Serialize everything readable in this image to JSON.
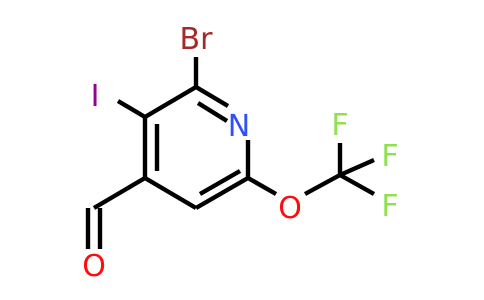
{
  "diagram": {
    "kind": "chemical-structure",
    "atoms": [
      {
        "id": "br",
        "label": "Br",
        "color": "#A62929"
      },
      {
        "id": "i",
        "label": "I",
        "color": "#940094"
      },
      {
        "id": "n",
        "label": "N",
        "color": "#3050F8"
      },
      {
        "id": "o_ether",
        "label": "O",
        "color": "#FF0D0D"
      },
      {
        "id": "f1",
        "label": "F",
        "color": "#90E050"
      },
      {
        "id": "f2",
        "label": "F",
        "color": "#90E050"
      },
      {
        "id": "f3",
        "label": "F",
        "color": "#90E050"
      },
      {
        "id": "o_carbonyl",
        "label": "O",
        "color": "#FF0D0D"
      }
    ],
    "bond_color": "#000000"
  }
}
